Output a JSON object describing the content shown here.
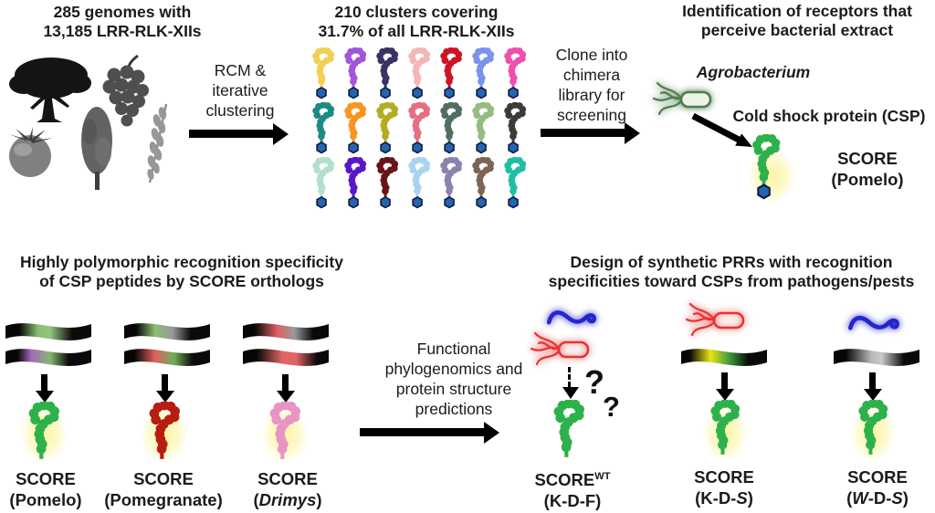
{
  "top_left": {
    "title": "285 genomes with\n13,185 LRR-RLK-XIIs",
    "plants": [
      "oak-tree",
      "grape-bunch",
      "tomato",
      "poplar-tree",
      "wheat-spike"
    ]
  },
  "arrow_rcm": {
    "label": "RCM &\niterative\nclustering"
  },
  "clusters": {
    "title": "210 clusters covering\n31.7% of all LRR-RLK-XIIs",
    "hexagon_color": "#2565b0",
    "hexagon_outline": "#101c45",
    "colors": [
      "#f2d054",
      "#a155d8",
      "#3a3263",
      "#f6b6b8",
      "#ce1423",
      "#7b92ee",
      "#ef4fae",
      "#1d8a84",
      "#f6961e",
      "#b3ad24",
      "#e56e84",
      "#4f6f64",
      "#94bc80",
      "#3b3b3b",
      "#b2e0cc",
      "#5a17c9",
      "#67151a",
      "#a8d4f2",
      "#8a83b0",
      "#7d6455",
      "#20bfa4"
    ]
  },
  "arrow_clone": {
    "label": "Clone into\nchimera\nlibrary for\nscreening"
  },
  "top_right": {
    "title": "Identification of receptors that\nperceive bacterial extract",
    "bacterium_label": "Agrobacterium",
    "bacterium_color": "#4e7d4e",
    "ligand_label": "Cold shock protein (CSP)",
    "receptor": {
      "name": "SCORE",
      "origin": "(Pomelo)",
      "color": "#2db14b"
    }
  },
  "bottom_left": {
    "title": "Highly polymorphic recognition specificity\nof CSP peptides by SCORE orthologs",
    "ribbons": {
      "pair1_top": [
        "#060606 16%",
        "#8abf72 38%",
        "#93c47d 52%",
        "#0a0a0a 78%"
      ],
      "pair1_bottom": [
        "#060606 14%",
        "#a469b8 30%",
        "#86b86e 52%",
        "#0a0a0a 74%"
      ],
      "pair2_top": [
        "#060606 14%",
        "#8abf72 36%",
        "#9a9a9a 56%",
        "#0a0a0a 78%"
      ],
      "pair2_bottom": [
        "#060606 12%",
        "#e06060 36%",
        "#6fae58 58%",
        "#0a0a0a 80%"
      ],
      "pair3_top": [
        "#060606 14%",
        "#e06060 40%",
        "#9a9a9a 60%",
        "#0a0a0a 82%"
      ],
      "pair3_bottom": [
        "#060606 16%",
        "#e26464 46%",
        "#e26464 62%",
        "#0a0a0a 86%"
      ]
    },
    "receptors": [
      {
        "name": "SCORE",
        "origin_rich": [
          {
            "t": "(Pomelo)"
          }
        ],
        "color": "#2db14b"
      },
      {
        "name": "SCORE",
        "origin_rich": [
          {
            "t": "(Pomegranate)"
          }
        ],
        "color": "#b71d10"
      },
      {
        "name": "SCORE",
        "origin_rich": [
          {
            "t": "("
          },
          {
            "t": "Drimys",
            "i": true
          },
          {
            "t": ")"
          }
        ],
        "color": "#e895c5"
      }
    ]
  },
  "arrow_functional": {
    "label": "Functional\nphylogenomics and\nprotein structure\npredictions"
  },
  "bottom_right": {
    "title": "Design of synthetic PRRs with recognition\nspecificities toward CSPs from pathogens/pests",
    "pathogen_colors": {
      "worm": "#2525cf",
      "bacterium": "#e63333"
    },
    "question_marks": [
      "?",
      "?"
    ],
    "ribbons": {
      "col2": [
        "#060606 10%",
        "#e8e515 34%",
        "#3f9b3f 56%",
        "#0a0a0a 78%"
      ],
      "col3": [
        "#060606 14%",
        "#b9b9b9 44%",
        "#c9c9c9 56%",
        "#0a0a0a 82%"
      ]
    },
    "columns": [
      {
        "name_rich": [
          {
            "t": "SCORE"
          },
          {
            "t": "WT",
            "s": true
          }
        ],
        "spec_rich": [
          {
            "t": "(K-D-F)"
          }
        ],
        "color": "#2db14b",
        "glow": false
      },
      {
        "name_rich": [
          {
            "t": "SCORE"
          }
        ],
        "spec_rich": [
          {
            "t": "(K-D-"
          },
          {
            "t": "S",
            "i": true
          },
          {
            "t": ")"
          }
        ],
        "color": "#2db14b",
        "glow": true
      },
      {
        "name_rich": [
          {
            "t": "SCORE"
          }
        ],
        "spec_rich": [
          {
            "t": "("
          },
          {
            "t": "W",
            "i": true
          },
          {
            "t": "-D-"
          },
          {
            "t": "S",
            "i": true
          },
          {
            "t": ")"
          }
        ],
        "color": "#2db14b",
        "glow": true
      }
    ]
  }
}
